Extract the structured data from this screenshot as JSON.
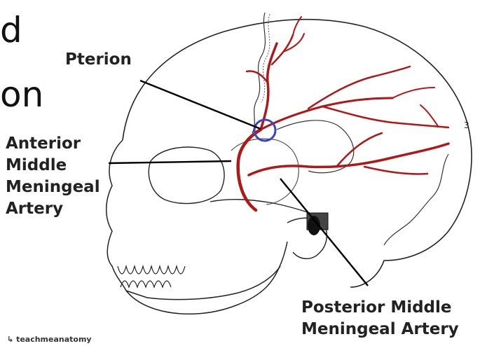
{
  "slide": {
    "title_fragment_1": "d",
    "title_fragment_2": "on"
  },
  "labels": {
    "pterion": "Pterion",
    "anterior": [
      "Anterior",
      "Middle",
      "Meningeal",
      "Artery"
    ],
    "posterior": [
      "Posterior Middle",
      "Meningeal Artery"
    ],
    "suture_number": "3"
  },
  "watermark": "teachmeanatomy",
  "colors": {
    "artery": "#b01818",
    "pterion_circle": "#3a44c8",
    "line": "#000000"
  }
}
